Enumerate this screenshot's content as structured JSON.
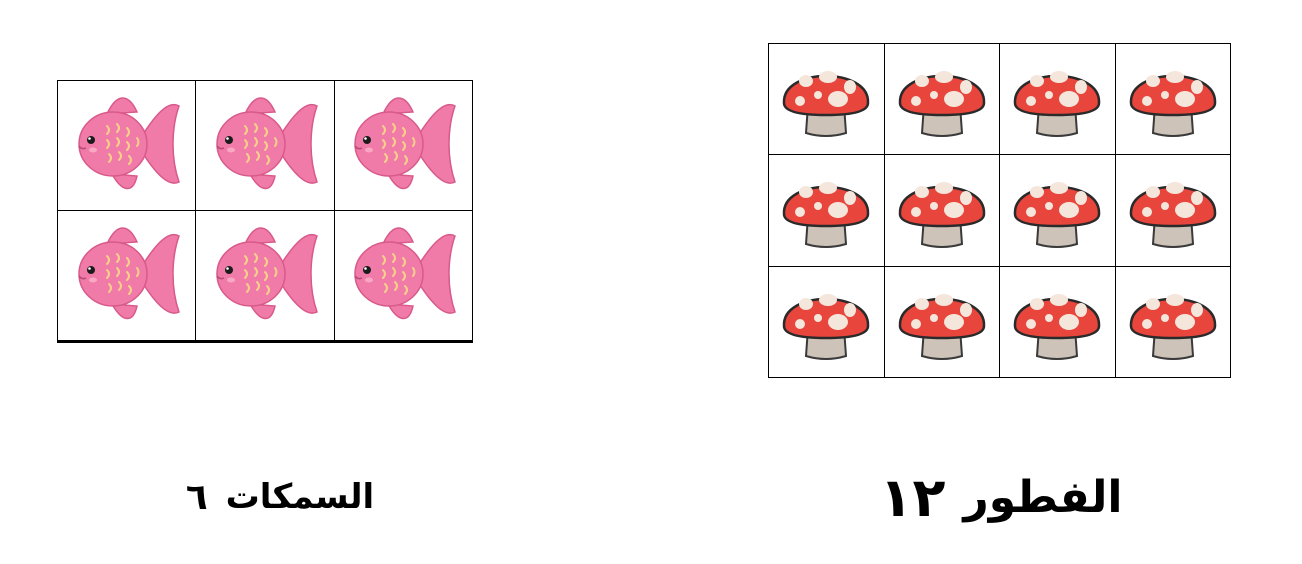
{
  "fish_group": {
    "caption_word": "السمكات",
    "caption_number": "٦",
    "count": 6,
    "rows": 2,
    "cols": 3,
    "icon": "pink-fish-icon",
    "colors": {
      "body": "#f07aa8",
      "scale": "#f6d08a",
      "eye": "#1b1b1b"
    }
  },
  "mushroom_group": {
    "caption_word": "الفطور",
    "caption_number": "١٢",
    "count": 12,
    "rows": 3,
    "cols": 4,
    "icon": "red-mushroom-icon",
    "colors": {
      "cap": "#e8453c",
      "spot": "#f5e6dc",
      "stem": "#cdc3b8"
    }
  }
}
